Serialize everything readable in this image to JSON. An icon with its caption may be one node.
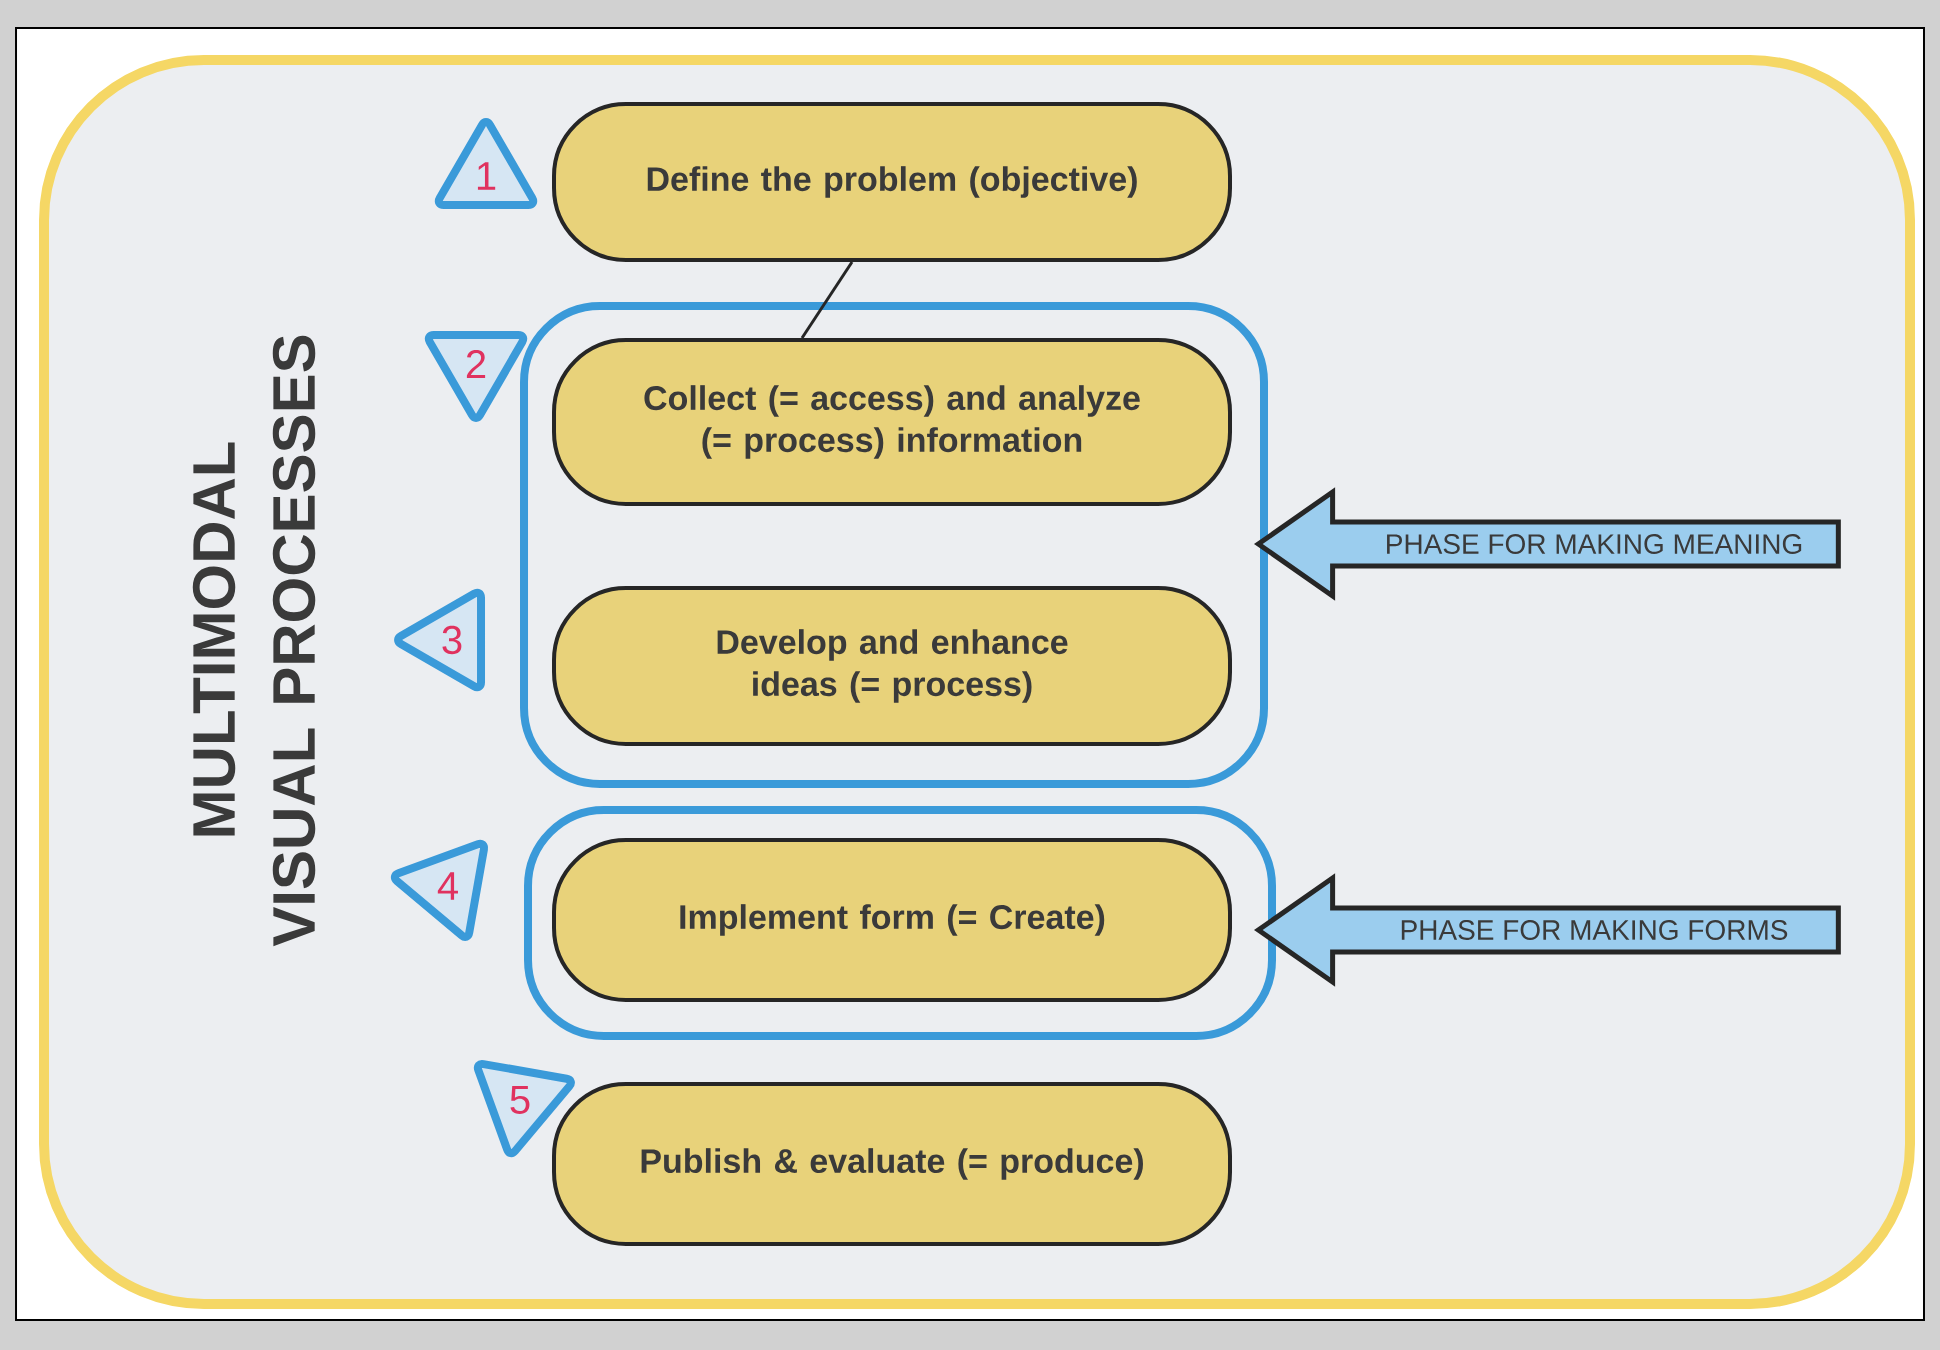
{
  "diagram": {
    "nodes": [
      {
        "text": [
          "MULTIMODAL VISUAL PROCESSES"
        ]
      },
      {
        "text": [
          "1"
        ],
        "in": 0
      },
      {
        "text": [
          "Define the problem (objective)"
        ],
        "in": 0
      },
      {
        "text": [
          "2"
        ],
        "in": 0
      },
      {
        "text": [],
        "shape": "box",
        "in": 0
      },
      {
        "text": [
          "Collect (= access) and analyze (= process) information"
        ],
        "in": 4
      },
      {
        "text": [
          "3"
        ],
        "in": 0
      },
      {
        "text": [
          "Develop and enhance ideas (= process)"
        ],
        "in": 4
      },
      {
        "text": [
          "4"
        ],
        "in": 0
      },
      {
        "text": [],
        "shape": "box",
        "in": 0
      },
      {
        "text": [
          "Implement form (= Create)"
        ],
        "in": 9
      },
      {
        "text": [
          "5"
        ],
        "in": 0
      },
      {
        "text": [
          "Publish & evaluate (= produce)"
        ],
        "in": 0
      },
      {
        "text": [
          "PHASE FOR MAKING MEANING"
        ],
        "in": 0
      },
      {
        "text": [
          "PHASE FOR MAKING FORMS"
        ],
        "in": 0
      }
    ],
    "edges": [
      {
        "from": 2,
        "to": 5,
        "arrow": "none"
      }
    ]
  }
}
